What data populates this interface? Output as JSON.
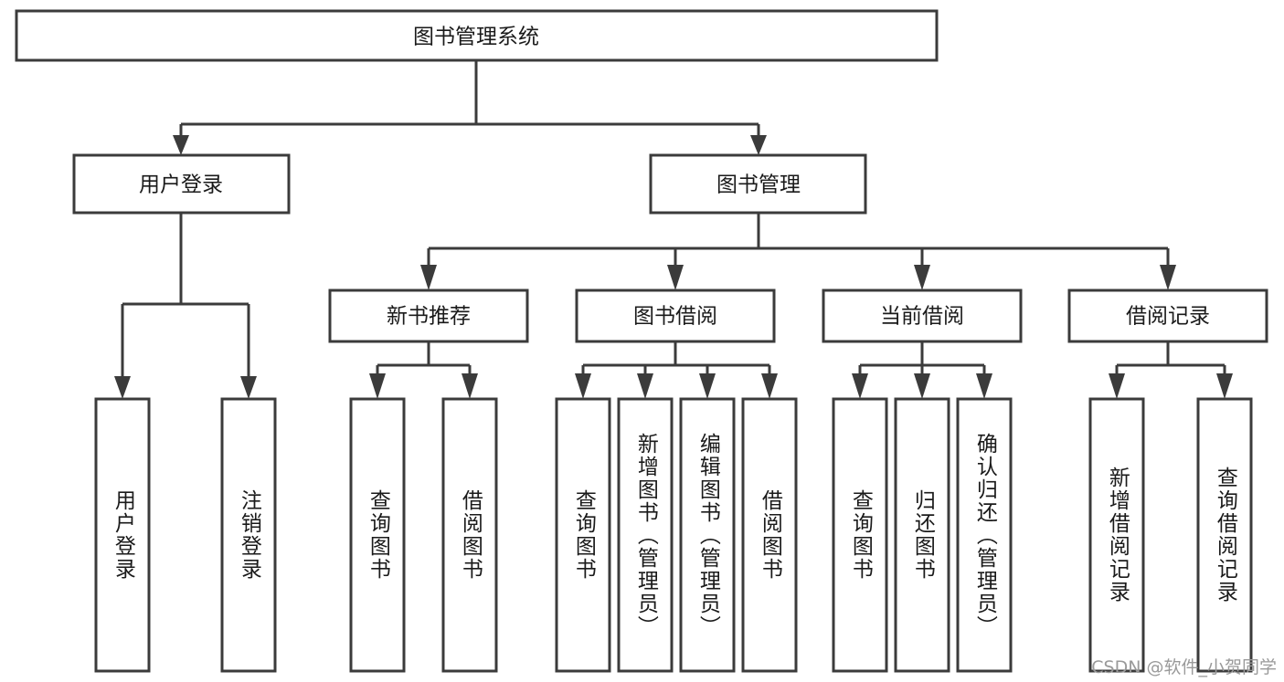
{
  "diagram": {
    "title": "图书管理系统",
    "type": "hierarchy-tree",
    "watermark": "CSDN @软件_小贺同学",
    "colors": {
      "box_stroke": "#3b3b3b",
      "box_fill": "#ffffff",
      "text": "#1a1a1a",
      "background": "#ffffff",
      "watermark": "#9a9a9a"
    },
    "root": {
      "id": "root",
      "label": "图书管理系统"
    },
    "level1": [
      {
        "id": "user-login",
        "label": "用户登录"
      },
      {
        "id": "book-management",
        "label": "图书管理"
      }
    ],
    "level2": [
      {
        "id": "new-book-recommend",
        "label": "新书推荐",
        "parent": "book-management"
      },
      {
        "id": "book-borrow",
        "label": "图书借阅",
        "parent": "book-management"
      },
      {
        "id": "current-borrow",
        "label": "当前借阅",
        "parent": "book-management"
      },
      {
        "id": "borrow-record",
        "label": "借阅记录",
        "parent": "book-management"
      }
    ],
    "leaves": [
      {
        "id": "leaf-user-login",
        "label": "用户登录",
        "parent": "user-login"
      },
      {
        "id": "leaf-user-logout",
        "label": "注销登录",
        "parent": "user-login"
      },
      {
        "id": "leaf-query-book-1",
        "label": "查询图书",
        "parent": "new-book-recommend"
      },
      {
        "id": "leaf-borrow-book-1",
        "label": "借阅图书",
        "parent": "new-book-recommend"
      },
      {
        "id": "leaf-query-book-2",
        "label": "查询图书",
        "parent": "book-borrow"
      },
      {
        "id": "leaf-add-book",
        "label": "新增图书（管理员）",
        "parent": "book-borrow"
      },
      {
        "id": "leaf-edit-book",
        "label": "编辑图书（管理员）",
        "parent": "book-borrow"
      },
      {
        "id": "leaf-borrow-book-2",
        "label": "借阅图书",
        "parent": "book-borrow"
      },
      {
        "id": "leaf-query-book-3",
        "label": "查询图书",
        "parent": "current-borrow"
      },
      {
        "id": "leaf-return-book",
        "label": "归还图书",
        "parent": "current-borrow"
      },
      {
        "id": "leaf-confirm-return",
        "label": "确认归还（管理员）",
        "parent": "current-borrow"
      },
      {
        "id": "leaf-add-record",
        "label": "新增借阅记录",
        "parent": "borrow-record"
      },
      {
        "id": "leaf-query-record",
        "label": "查询借阅记录",
        "parent": "borrow-record"
      }
    ]
  }
}
